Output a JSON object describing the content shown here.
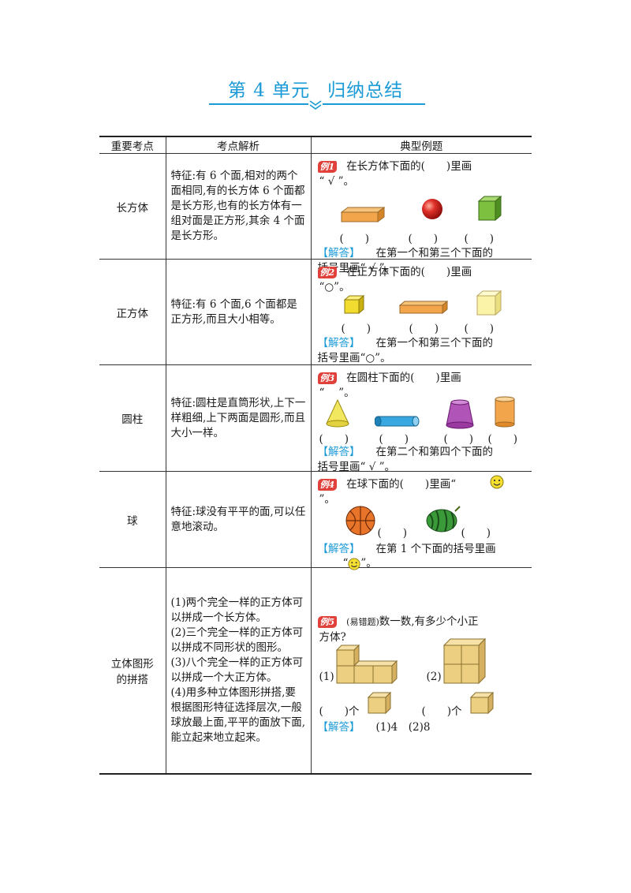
{
  "title": {
    "part1": "第 4 单元",
    "part2": "归纳总结"
  },
  "header": {
    "col1": "重要考点",
    "col2": "考点解析",
    "col3": "典型例题"
  },
  "rows": [
    {
      "topic": "长方体",
      "analysis": "特征:有 6 个面,相对的两个面相同,有的长方体 6 个面都是长方形,也有的长方体有一组对面是正方形,其余 4 个面是长方形。",
      "badge": "例1",
      "q1": "在长方体下面的(　　)里画",
      "q2": "“ √ ”。",
      "parens": [
        "(　　)",
        "(　　)",
        "(　　)"
      ],
      "ans_label": "【解答】",
      "ans1": "在第一个和第三个下面的",
      "ans2": "括号里画“ √ ”。"
    },
    {
      "topic": "正方体",
      "analysis": "特征:有 6 个面,6 个面都是正方形,而且大小相等。",
      "badge": "例2",
      "q1": "在正方体下面的(　　)里画",
      "q2": "“○”。",
      "parens": [
        "(　　)",
        "(　　)",
        "(　　)"
      ],
      "ans_label": "【解答】",
      "ans1": "在第一个和第三个下面的",
      "ans2": "括号里画“○”。"
    },
    {
      "topic": "圆柱",
      "analysis": "特征:圆柱是直筒形状,上下一样粗细,上下两面是圆形,而且大小一样。",
      "badge": "例3",
      "q1": "在圆柱下面的(　　)里画",
      "q2": "“　 ”。",
      "parens": [
        "(　　)",
        "(　　)",
        "(　　)",
        "(　　)"
      ],
      "ans_label": "【解答】",
      "ans1": "在第二个和第四个下面的",
      "ans2": "括号里画“ √ ”。"
    },
    {
      "topic": "球",
      "analysis": "特征:球没有平平的面,可以任意地滚动。",
      "badge": "例4",
      "q1": "在球下面的(　　)里画“",
      "q2": "”。",
      "parens": [
        "(　　)",
        "(　　)"
      ],
      "ans_label": "【解答】",
      "ans1": "在第 1 个下面的括号里画",
      "ans2_a": "“",
      "ans2_b": "”。"
    },
    {
      "topic": "立体图形的拼搭",
      "analysis_lines": [
        "(1)两个完全一样的正方体可以拼成一个长方体。",
        "(2)三个完全一样的正方体可以拼成不同形状的图形。",
        "(3)八个完全一样的正方体可以拼成一个大正方体。",
        "(4)用多种立体图形拼搭,要根据图形特征选择层次,一般球放最上面,平平的面放下面,能立起来地立起来。"
      ],
      "badge": "例5",
      "tag": "(易错题)",
      "q1": "数一数,有多少个小正",
      "q2": "方体?",
      "fig1": "(1)",
      "fig2": "(2)",
      "blank1": "(　　)个",
      "blank2": "(　　)个",
      "ans_label": "【解答】",
      "ans": "(1)4　(2)8"
    }
  ],
  "colors": {
    "accent": "#1a9ad6",
    "badge": "#e0413a"
  }
}
